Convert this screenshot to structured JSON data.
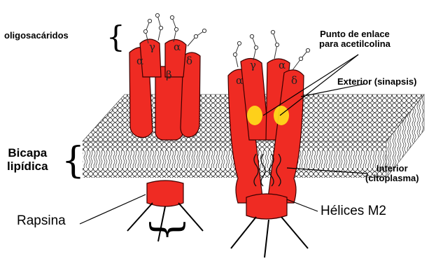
{
  "labels": {
    "oligosaccharides": "oligosacáridos",
    "binding_site_line1": "Punto de enlace",
    "binding_site_line2": "para acetilcolina",
    "exterior": "Exterior (sinapsis)",
    "bilayer_line1": "Bicapa",
    "bilayer_line2": "lipídica",
    "interior_line1": "Interior",
    "interior_line2": "(citoplasma)",
    "rapsin": "Rapsina",
    "m2_helices": "Hélices M2"
  },
  "subunits_left": {
    "alpha1": "α",
    "gamma": "γ",
    "alpha2": "α",
    "beta": "β",
    "delta": "δ"
  },
  "subunits_right": {
    "alpha1": "α",
    "gamma": "γ",
    "alpha2": "α",
    "delta": "δ"
  },
  "colors": {
    "protein": "#ef2b23",
    "protein_outline": "#3a0000",
    "binding_site": "#ffe21a",
    "lipid_head": "#ffffff",
    "background": "#ffffff"
  }
}
